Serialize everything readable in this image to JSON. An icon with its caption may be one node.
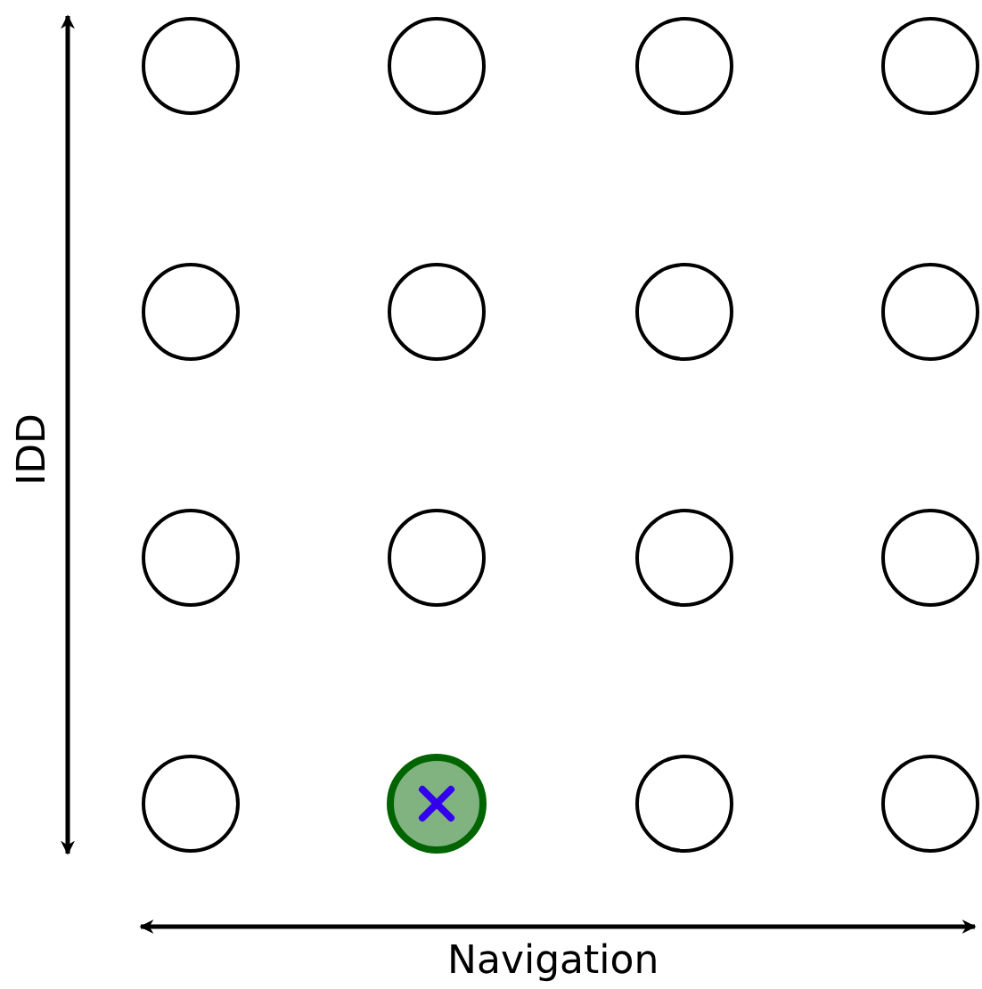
{
  "diagram": {
    "nodes": [
      {
        "text": [],
        "shape": "circle"
      },
      {
        "text": [],
        "shape": "circle"
      },
      {
        "text": [],
        "shape": "circle"
      },
      {
        "text": [],
        "shape": "circle"
      },
      {
        "text": [],
        "shape": "circle"
      },
      {
        "text": [],
        "shape": "circle"
      },
      {
        "text": [],
        "shape": "circle"
      },
      {
        "text": [],
        "shape": "circle"
      },
      {
        "text": [],
        "shape": "circle"
      },
      {
        "text": [],
        "shape": "circle"
      },
      {
        "text": [],
        "shape": "circle"
      },
      {
        "text": [],
        "shape": "circle"
      },
      {
        "text": [],
        "shape": "circle"
      },
      {
        "text": [],
        "shape": "circle"
      },
      {
        "text": [],
        "shape": "circle"
      },
      {
        "text": [],
        "shape": "circle"
      }
    ],
    "labels": [
      "IDD",
      "Navigation"
    ]
  }
}
